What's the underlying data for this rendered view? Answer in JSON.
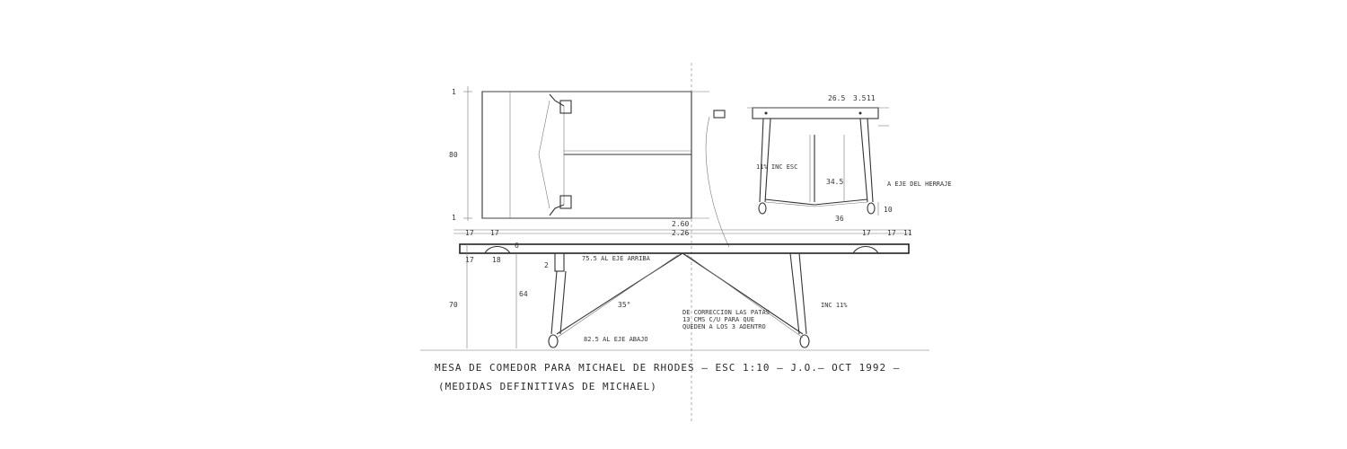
{
  "plan_view": {
    "dim_top": "1",
    "dim_width": "80",
    "dim_bottom": "1"
  },
  "end_view": {
    "dim_top_width": "26.5",
    "dim_top_right_a": "3.5",
    "dim_top_right_b": "11",
    "label_incline": "11% INC ESC",
    "dim_height": "34.5",
    "label_axis": "A EJE DEL HERRAJE",
    "dim_foot_width": "36",
    "dim_foot_height": "10"
  },
  "side_view": {
    "dim_length_top": "2.60",
    "dim_length_bottom": "2.26",
    "dim_left_17a": "17",
    "dim_left_17b": "17",
    "dim_right_17a": "17",
    "dim_right_17b": "17",
    "dim_right_11": "11",
    "dim_6": "6",
    "dim_left_17c": "17",
    "dim_18": "18",
    "dim_2": "2",
    "label_upper_axis": "75.5 AL EJE ARRIBA",
    "dim_total_height": "70",
    "dim_leg_height": "64",
    "dim_angle": "35°",
    "label_lower_axis": "82.5 AL EJE ABAJO",
    "label_inc": "INC 11%",
    "note_lines": [
      "DE CORRECCION LAS PATAS",
      "13 CMS C/U PARA QUE",
      "QUEDEN A LOS 3 ADENTRO"
    ]
  },
  "title_block": {
    "line1": "MESA DE COMEDOR PARA MICHAEL DE RHODES — ESC 1:10 — J.O.— OCT 1992 —",
    "line2": "(MEDIDAS DEFINITIVAS DE MICHAEL)"
  }
}
